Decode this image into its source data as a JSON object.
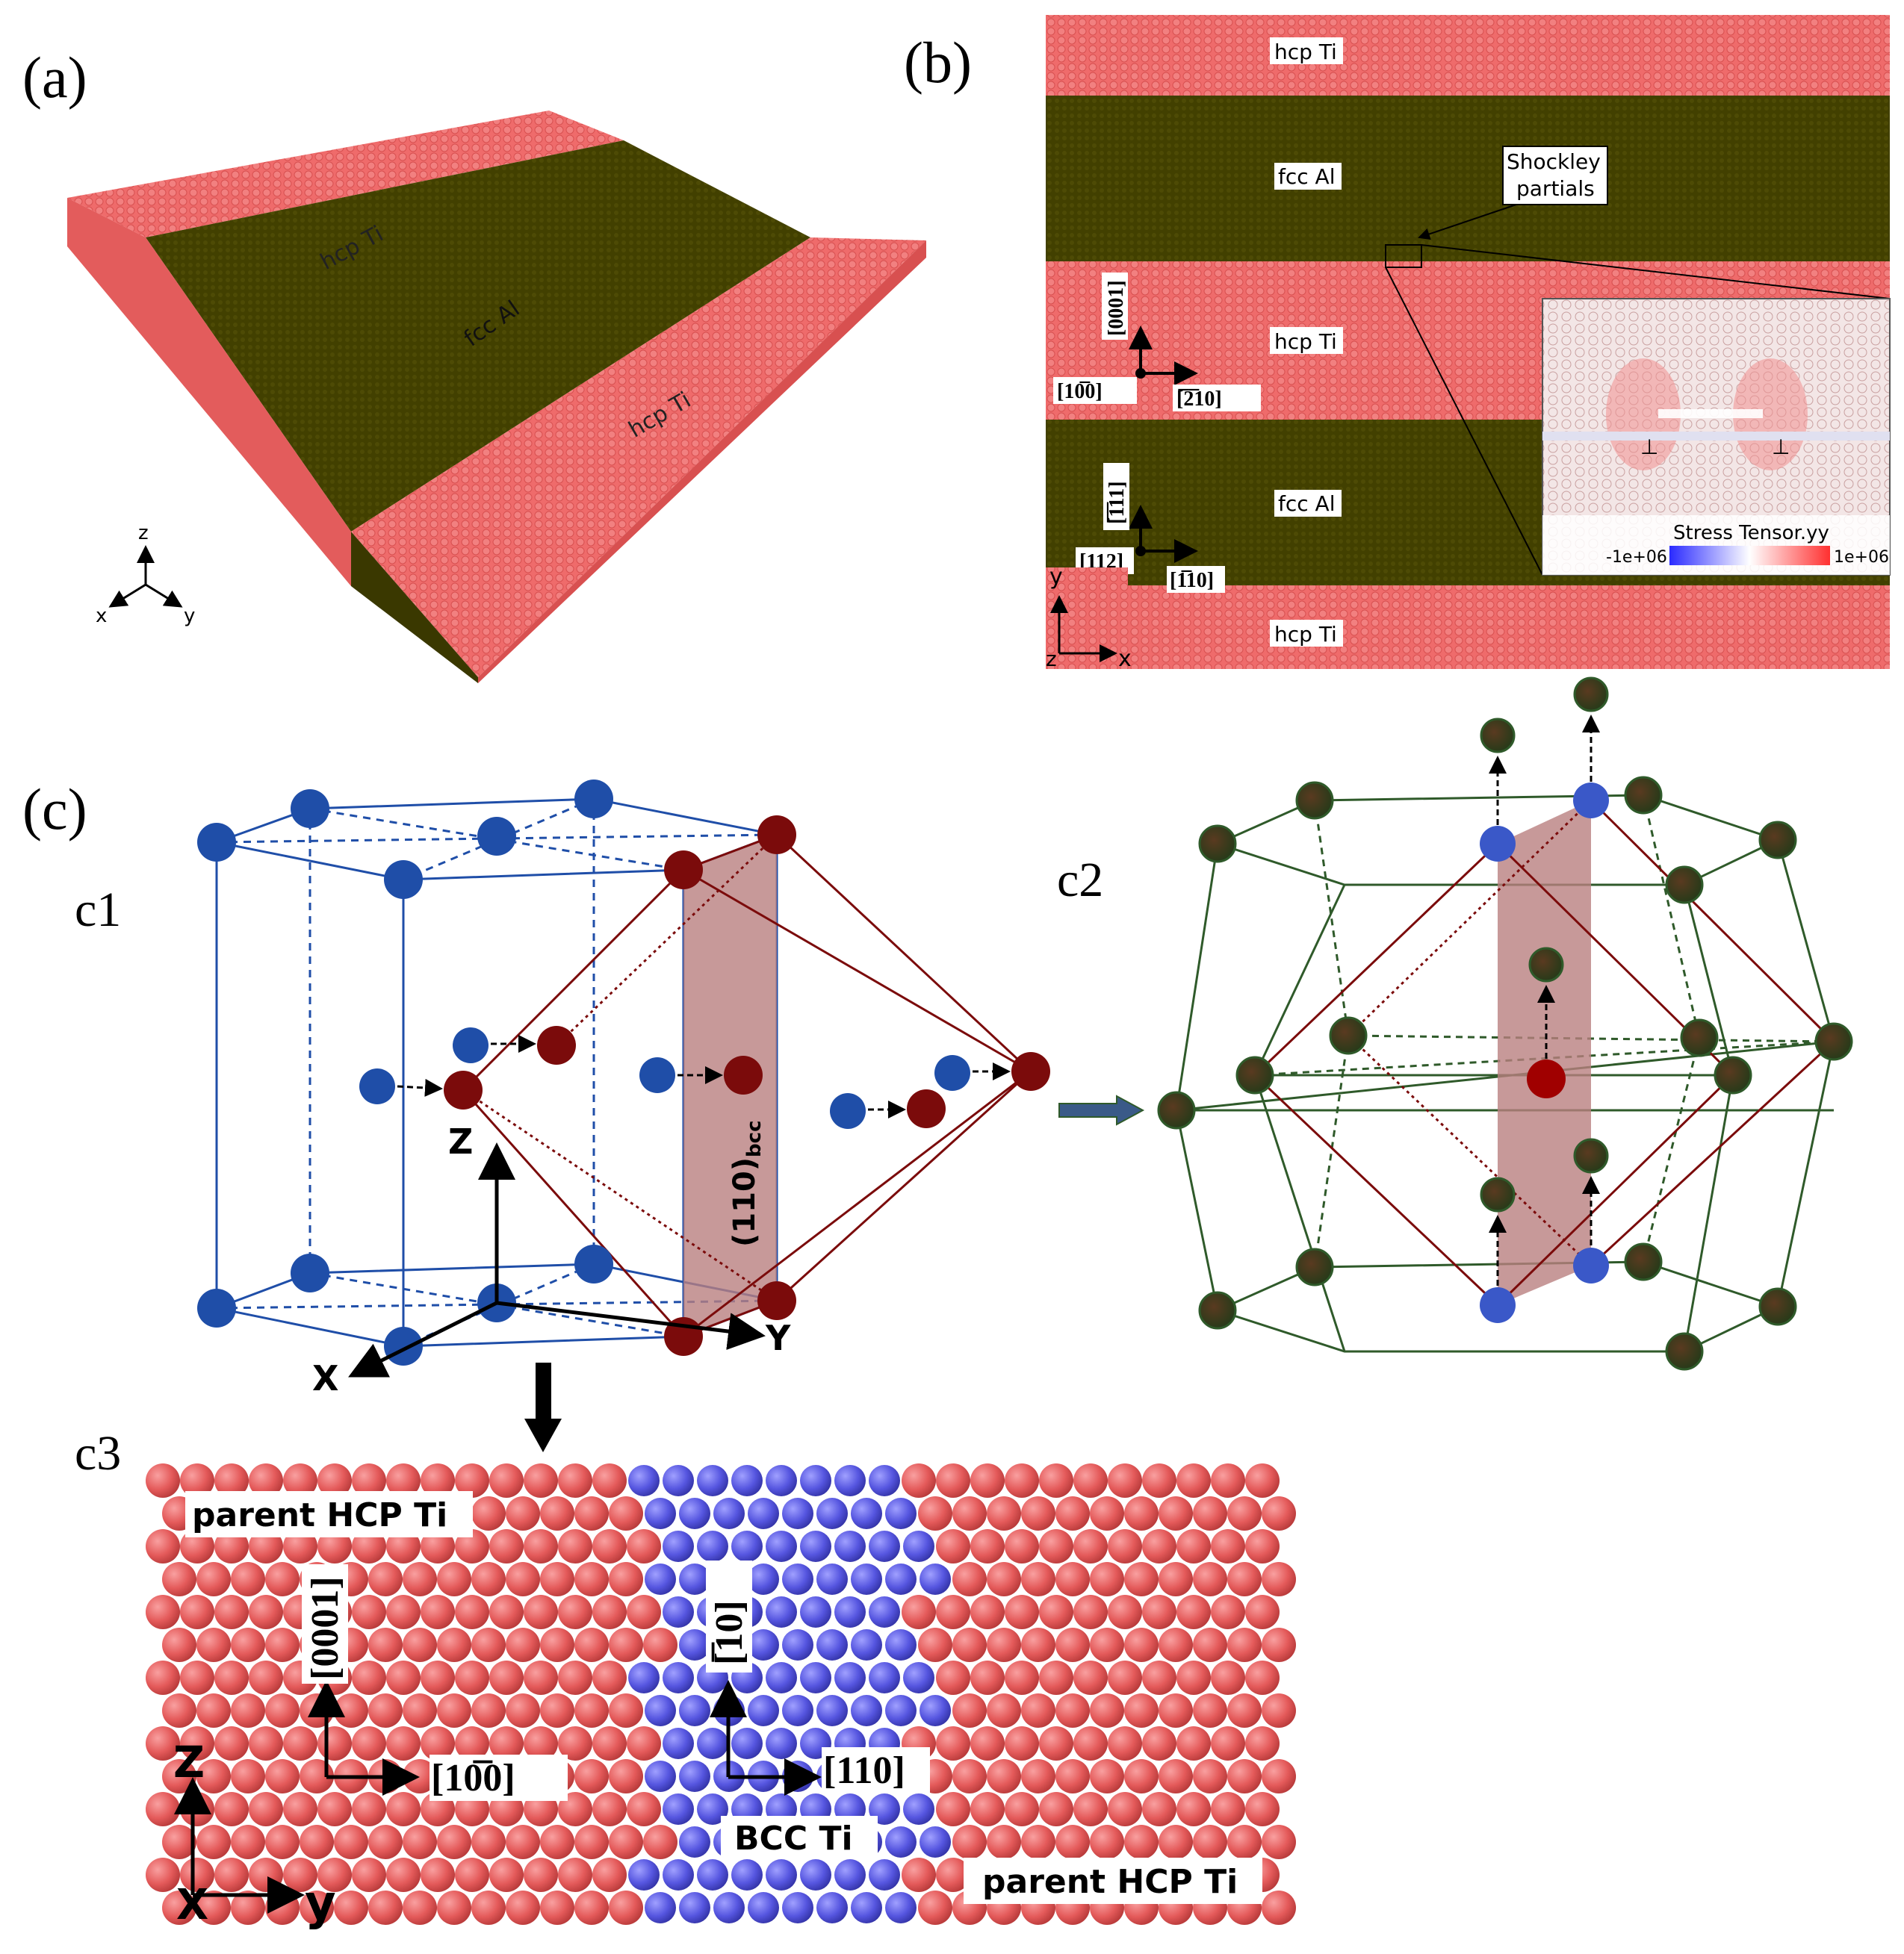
{
  "panel_a": {
    "label": "(a)",
    "layer_top": "hcp Ti",
    "layer_mid": "fcc Al",
    "layer_bot": "hcp Ti",
    "axis_z": "z",
    "axis_x": "x",
    "axis_y": "y"
  },
  "panel_b": {
    "label": "(b)",
    "layers": [
      "hcp Ti",
      "fcc Al",
      "hcp Ti",
      "fcc Al",
      "hcp Ti"
    ],
    "callout": [
      "Shockley",
      "partials"
    ],
    "ti_dirs": {
      "vertical": "[0001]",
      "origin": "[10̅0]",
      "horizontal": "[̅2̅10]"
    },
    "al_dirs": {
      "vertical": "[̅1̅11]",
      "origin": "[112]",
      "horizontal": "[1̅10]"
    },
    "inset_title": "Stress Tensor.yy",
    "inset_min": "-1e+06",
    "inset_max": "1e+06",
    "axis_y": "y",
    "axis_z": "z",
    "axis_x": "x",
    "colors": {
      "ti": "#ef6b6b",
      "al": "#3f3d00",
      "neg": "#2a2aff",
      "pos": "#ff3030"
    }
  },
  "panel_c": {
    "label": "(c)",
    "c1": "c1",
    "c2": "c2",
    "c3": "c3",
    "plane_label": "(110)",
    "plane_sub": "bcc",
    "axis_z": "Z",
    "axis_x": "X",
    "axis_y": "Y",
    "colors": {
      "hcp": "#1f4ea8",
      "bcc": "#7b0b0b",
      "green": "#2f5a2a",
      "plane": "#b98080"
    }
  },
  "panel_c3": {
    "label_top": "parent HCP Ti",
    "label_bottom": "parent HCP Ti",
    "label_bcc": "BCC Ti",
    "hcp_dirs": {
      "vertical": "[0001]",
      "horizontal": "[10̅0]"
    },
    "bcc_dirs": {
      "vertical": "[̅10]",
      "horizontal": "[110]"
    },
    "axis_z": "Z",
    "axis_x": "X",
    "axis_y": "y",
    "colors": {
      "hcp_atom": "#e85a5a",
      "bcc_atom": "#5656e0"
    }
  }
}
